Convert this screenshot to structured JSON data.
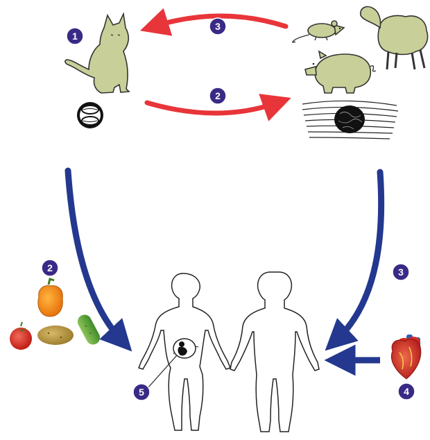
{
  "colors": {
    "badge": "#3a2a86",
    "arrow_red": "#e8353a",
    "arrow_blue": "#23388e",
    "animal_fill": "#c8cf98"
  },
  "badges": {
    "cat": "1",
    "cat_to_hosts": "2",
    "hosts_to_cat": "3",
    "food_route": "2",
    "meat_route": "3",
    "transplant_route": "4",
    "congenital": "5"
  },
  "icons": [
    "cat-icon",
    "oocyst-icon",
    "mouse-icon",
    "sheep-icon",
    "pig-icon",
    "tissue-cyst-icon",
    "pepper-icon",
    "tomato-icon",
    "potato-icon",
    "cucumber-icon",
    "heart-icon",
    "pregnant-woman-icon",
    "man-icon",
    "fetus-icon"
  ]
}
